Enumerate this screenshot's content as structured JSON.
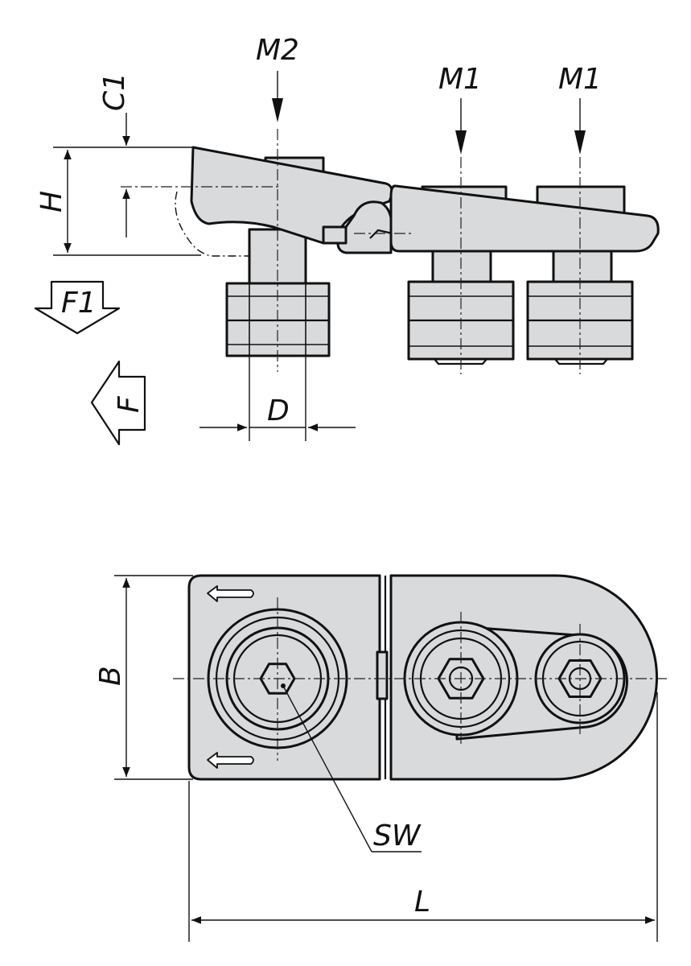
{
  "labels": {
    "m2": "M2",
    "m1_left": "M1",
    "m1_right": "M1",
    "c1": "C1",
    "h": "H",
    "f1": "F1",
    "f": "F",
    "d": "D",
    "b": "B",
    "sw": "SW",
    "l": "L"
  },
  "colors": {
    "part_fill": "#d9dadc",
    "line": "#111111"
  },
  "icons": {
    "force_f1": "hollow-arrow-down-icon",
    "force_f": "hollow-arrow-left-icon",
    "direction_marks": "small-arrow-left-icon"
  }
}
